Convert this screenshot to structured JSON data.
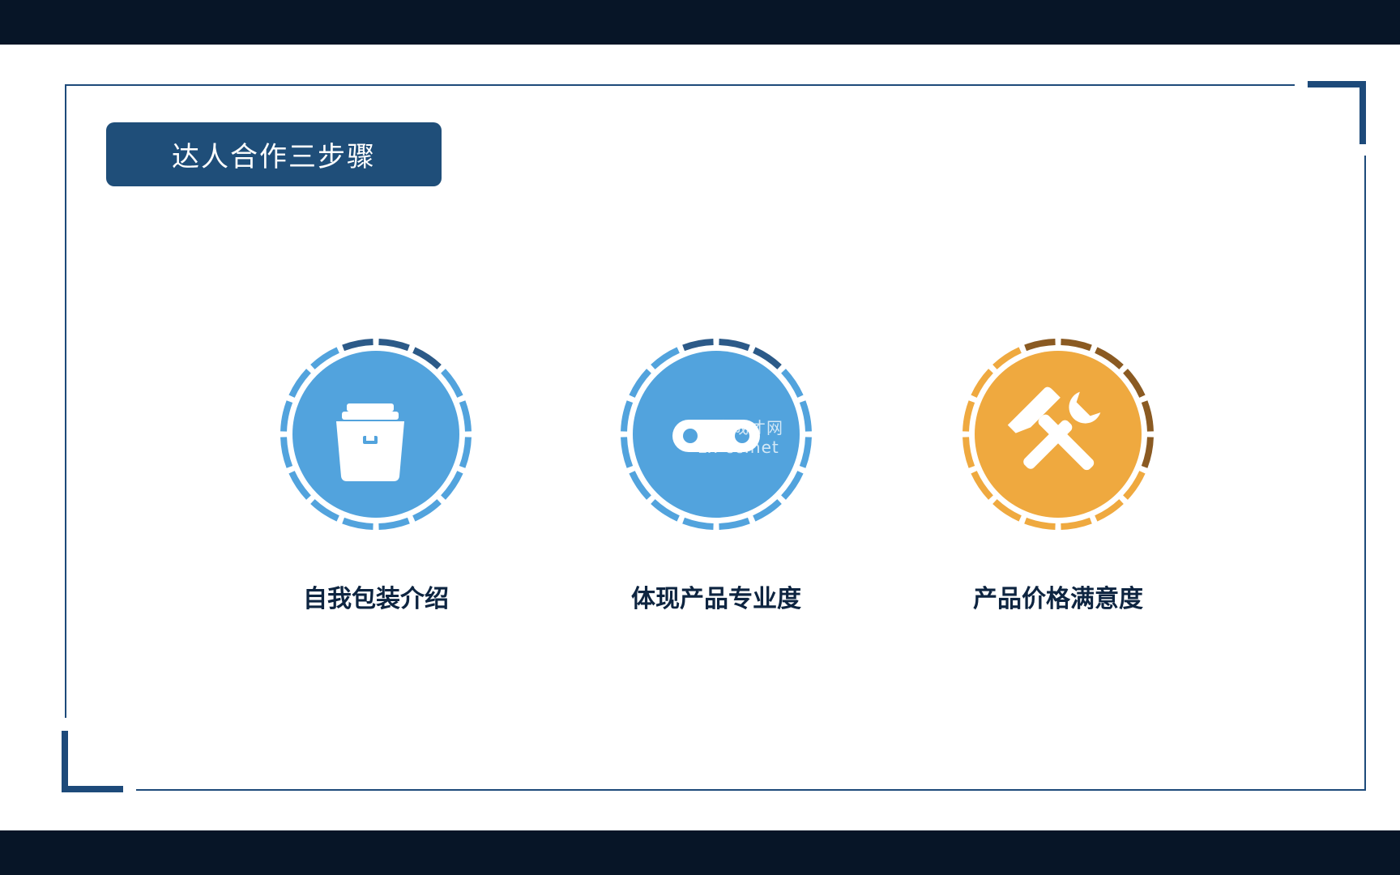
{
  "slide": {
    "title": "达人合作三步骤",
    "steps": [
      {
        "label": "自我包装介绍",
        "icon": "archive-box-icon",
        "color": "#52a3dd",
        "dark_color": "#2c5a88"
      },
      {
        "label": "体现产品专业度",
        "icon": "infinity-link-icon",
        "color": "#52a3dd",
        "dark_color": "#2c5a88"
      },
      {
        "label": "产品价格满意度",
        "icon": "hammer-wrench-icon",
        "color": "#efa93f",
        "dark_color": "#8a5a22"
      }
    ]
  },
  "watermark": {
    "line1": "自学成才网",
    "line2": "zx-cc.net"
  },
  "colors": {
    "frame": "#1d4a7a",
    "title_bg": "#1f4e79",
    "bars": "#071527",
    "label": "#0d2440"
  }
}
